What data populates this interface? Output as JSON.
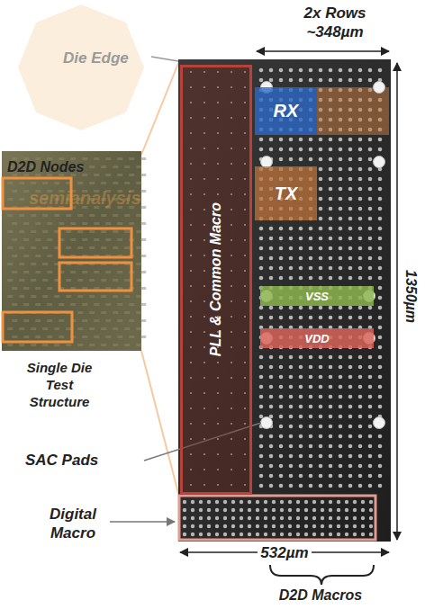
{
  "diagram": {
    "nodes": [
      {
        "text": [
          "PLL & Common Macro"
        ]
      },
      {
        "text": [
          "RX"
        ]
      },
      {
        "text": [
          "TX"
        ]
      },
      {
        "text": [
          "VSS"
        ]
      },
      {
        "text": [
          "VDD"
        ]
      }
    ],
    "labels": [
      "Die Edge",
      "D2D Nodes",
      "Single Die Test Structure",
      "SAC Pads",
      "Digital Macro",
      "2x Rows ~348µm",
      "1350µm",
      "532µm",
      "D2D Macros",
      "semianalysis"
    ]
  }
}
